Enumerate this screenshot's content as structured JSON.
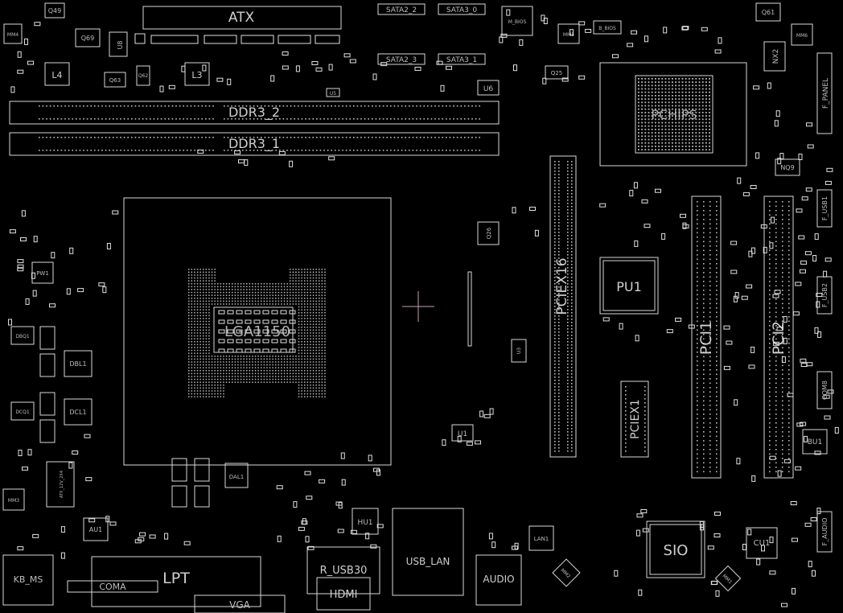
{
  "board": {
    "background": "#000000",
    "outline_color": "#d8d8d8",
    "label_color": "#cfcfcf",
    "marker_color": "#c7a0b8"
  },
  "labels": {
    "atx": "ATX",
    "sata2_2": "SATA2_2",
    "sata3_0": "SATA3_0",
    "sata2_3": "SATA2_3",
    "sata3_1": "SATA3_1",
    "m_bios": "M_BIOS",
    "b_bios": "B_BIOS",
    "ddr3_2": "DDR3_2",
    "ddr3_1": "DDR3_1",
    "pchips": "PCHIPS",
    "q61": "Q61",
    "q49": "Q49",
    "q69": "Q69",
    "q63": "Q63",
    "q62": "Q62",
    "q25": "Q25",
    "q26": "Q26",
    "u8": "U8",
    "u5": "U5",
    "u6": "U6",
    "u1": "U1",
    "u3": "U3",
    "mm4": "MM4",
    "mm5": "MM5",
    "mm6": "MM6",
    "mm3": "MM3",
    "mm2": "MM2",
    "mm1": "MM1",
    "nx2": "NX2",
    "l4": "L4",
    "l3": "L3",
    "f_panel": "F_PANEL",
    "nq9": "NQ9",
    "f_usb1": "F_USB1",
    "f_usb2": "F_USB2",
    "com8": "COM8",
    "bu1": "BU1",
    "f_audio": "F_AUDIO",
    "lga1150": "LGA1150",
    "pciex16": "PCIEX16",
    "pci1": "PCI1",
    "pci2": "PCI2",
    "pciex1": "PCIEX1",
    "pu1": "PU1",
    "pw1": "PW1",
    "dbl1": "DBL1",
    "dcl1": "DCL1",
    "dal1": "DAL1",
    "dbq1": "DBQ1",
    "dcq1": "DCQ1",
    "atx_12v_2x4": "ATX_12V_2X4",
    "au1": "AU1",
    "kb_ms": "KB_MS",
    "lpt": "LPT",
    "coma": "COMA",
    "vga": "VGA",
    "hu1": "HU1",
    "r_usb30": "R_USB30",
    "hdmi": "HDMI",
    "usb_lan": "USB_LAN",
    "audio": "AUDIO",
    "lan1": "LAN1",
    "sio": "SIO",
    "cu1": "CU1"
  }
}
